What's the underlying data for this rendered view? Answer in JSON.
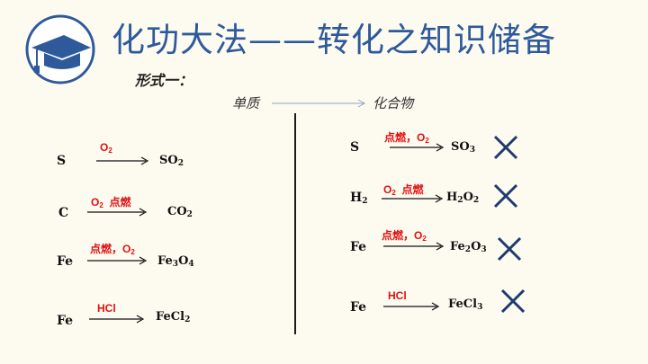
{
  "title": "化功大法——转化之知识储备",
  "subtitle": "形式一：",
  "header": {
    "left": "单质",
    "right": "化合物"
  },
  "colors": {
    "title": "#2e5a9c",
    "condition": "#e01010",
    "cross": "#1f3a6e"
  },
  "icons": {
    "logo": "graduation-cap-icon",
    "invalid": "cross-icon"
  },
  "left_reactions": [
    {
      "reactant": "S",
      "condition": "O2",
      "product": "SO2"
    },
    {
      "reactant": "C",
      "condition": "O2 点燃",
      "product": "CO2"
    },
    {
      "reactant": "Fe",
      "condition": "点燃，O2",
      "product": "Fe3O4"
    },
    {
      "reactant": "Fe",
      "condition": "HCl",
      "product": "FeCl2"
    }
  ],
  "right_reactions": [
    {
      "reactant": "S",
      "condition": "点燃，O2",
      "product": "SO3",
      "valid": false
    },
    {
      "reactant": "H2",
      "condition": "O2 点燃",
      "product": "H2O2",
      "valid": false
    },
    {
      "reactant": "Fe",
      "condition": "点燃，O2",
      "product": "Fe2O3",
      "valid": false
    },
    {
      "reactant": "Fe",
      "condition": "HCl",
      "product": "FeCl3",
      "valid": false
    }
  ]
}
